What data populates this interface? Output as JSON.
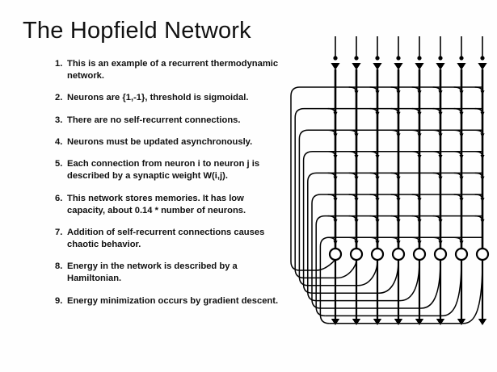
{
  "slide": {
    "title": "The Hopfield Network",
    "background_color": "#fefefe",
    "ink_color": "#111111",
    "bullets": [
      {
        "num": "1.",
        "text": "This is an example of a recurrent thermodynamic network."
      },
      {
        "num": "2.",
        "text": "Neurons are {1,-1}, threshold is sigmoidal."
      },
      {
        "num": "3.",
        "text": "There are no self-recurrent connections."
      },
      {
        "num": "4.",
        "text": "Neurons must be updated asynchronously."
      },
      {
        "num": "5.",
        "text": "Each connection from neuron i to neuron j is described by a synaptic weight W(i,j)."
      },
      {
        "num": "6.",
        "text": "This network stores memories. It has low capacity, about 0.14 * number of neurons."
      },
      {
        "num": "7.",
        "text": "Addition of self-recurrent connections causes chaotic behavior."
      },
      {
        "num": "8.",
        "text": "Energy in the network is described by a Hamiltonian."
      },
      {
        "num": "9.",
        "text": "Energy minimization occurs by gradient descent."
      }
    ]
  },
  "diagram": {
    "name": "hopfield-crossbar-network",
    "neuron_count": 8,
    "line_color": "#000000",
    "has_input_arrows": true,
    "has_output_arrows": true,
    "has_self_connections": false,
    "synapse_marker": "hook-arrow",
    "neuron_shape": "circle"
  }
}
